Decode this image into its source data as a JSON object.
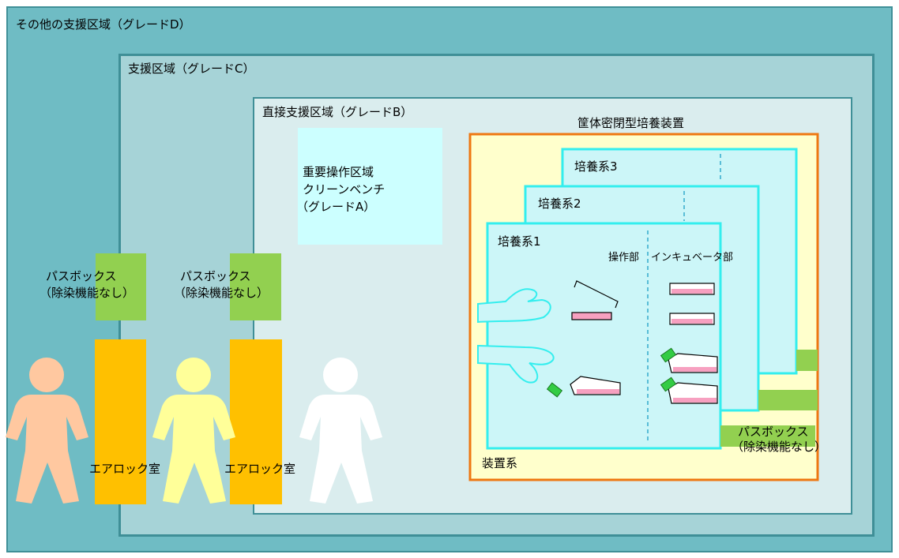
{
  "zones": {
    "grade_d": "その他の支援区域（グレードD）",
    "grade_c": "支援区域（グレードC）",
    "grade_b": "直接支援区域（グレードB）",
    "grade_a_line1": "重要操作区域",
    "grade_a_line2": "クリーンベンチ",
    "grade_a_line3": "（グレードA）"
  },
  "device": {
    "title": "筐体密閉型培養装置",
    "system_label": "装置系",
    "culture_3": "培養系3",
    "culture_2": "培養系2",
    "culture_1": "培養系1",
    "operation_part": "操作部",
    "incubator_part": "インキュベータ部"
  },
  "passbox": {
    "line1": "パスボックス",
    "line2": "（除染機能なし）"
  },
  "airlock": {
    "label": "エアロック室"
  },
  "colors": {
    "grade_d_fill": "#6fbcc4",
    "grade_c_fill": "#a6d3d7",
    "grade_b_fill": "#daedee",
    "grade_a_fill": "#ccffff",
    "device_fill": "#ffffcc",
    "device_border": "#ee7711",
    "culture_border": "#33eeee",
    "culture_fill": "#ccf6f8",
    "passbox_fill": "#92d050",
    "airlock_fill": "#ffc000",
    "dish_fill": "#f7a0c0",
    "person_1": "#ffc8a0",
    "person_2": "#ffff99",
    "person_3": "#ffffff"
  }
}
